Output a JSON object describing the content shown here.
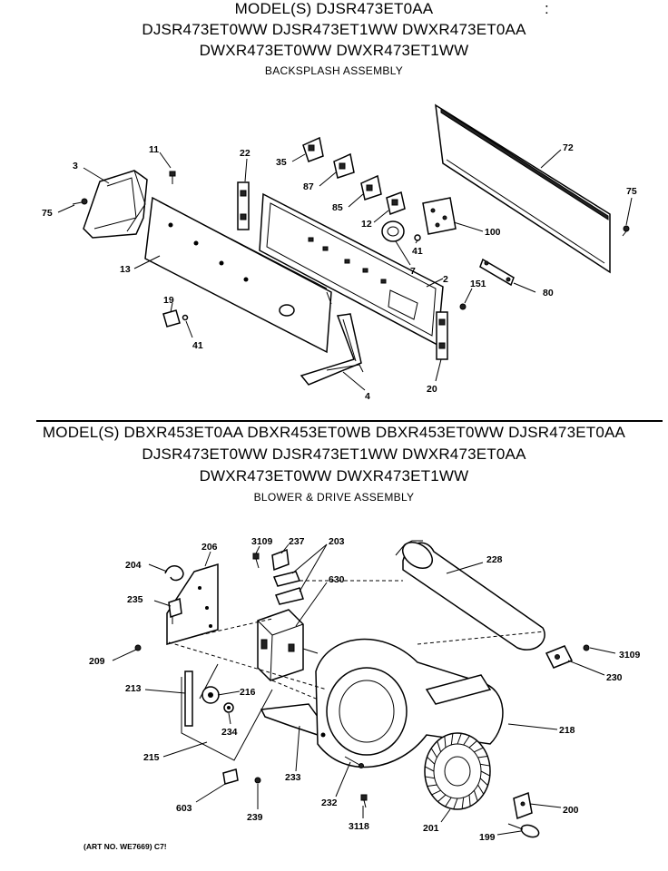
{
  "section1": {
    "models_line1": "MODEL(S) DJSR473ET0AA",
    "colon": ":",
    "models_line2": "DJSR473ET0WW DJSR473ET1WW DWXR473ET0AA",
    "models_line3": "DWXR473ET0WW DWXR473ET1WW",
    "title": "BACKSPLASH ASSEMBLY",
    "callouts": [
      "3",
      "75",
      "11",
      "22",
      "35",
      "87",
      "85",
      "12",
      "100",
      "41",
      "7",
      "72",
      "75",
      "13",
      "2",
      "151",
      "80",
      "19",
      "41",
      "4",
      "20"
    ]
  },
  "section2": {
    "models_line1": "MODEL(S) DBXR453ET0AA DBXR453ET0WB DBXR453ET0WW DJSR473ET0AA",
    "models_line2": "DJSR473ET0WW DJSR473ET1WW DWXR473ET0AA",
    "models_line3": "DWXR473ET0WW DWXR473ET1WW",
    "title": "BLOWER & DRIVE ASSEMBLY",
    "callouts": [
      "204",
      "206",
      "3109",
      "237",
      "203",
      "228",
      "235",
      "630",
      "209",
      "3109",
      "230",
      "213",
      "216",
      "234",
      "218",
      "215",
      "233",
      "232",
      "603",
      "239",
      "3118",
      "201",
      "200",
      "199"
    ]
  },
  "art_number": "(ART NO. WE7669) C7!"
}
